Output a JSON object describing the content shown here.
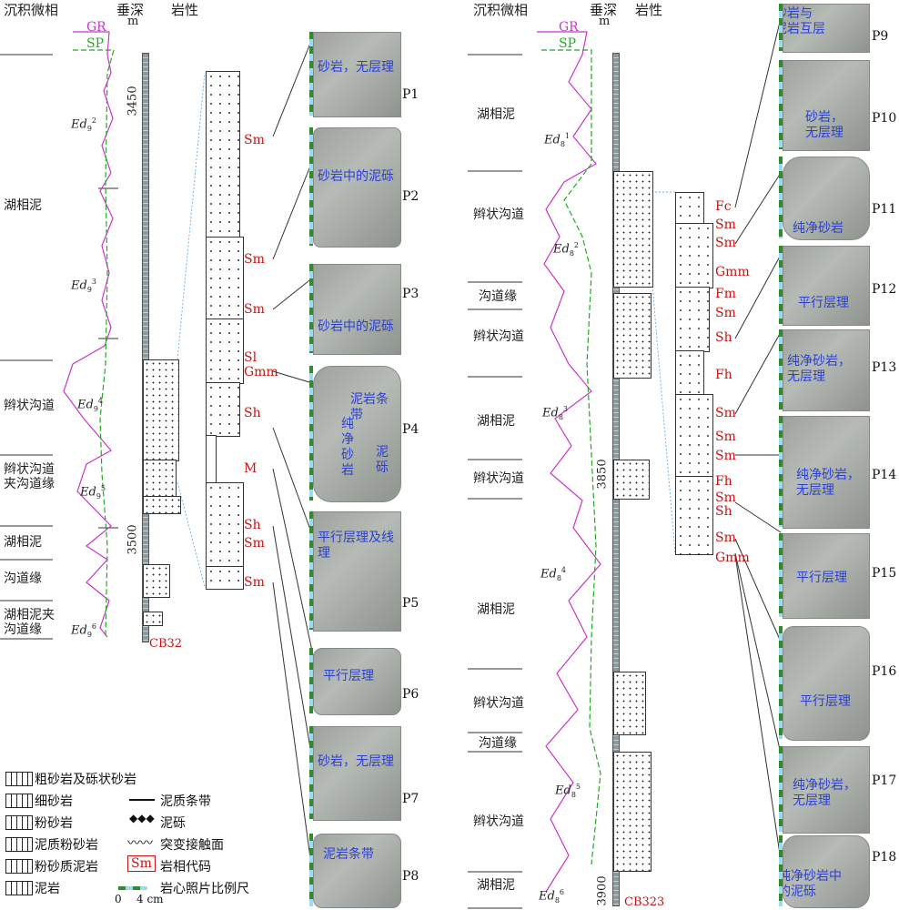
{
  "headers": {
    "facies": "沉积微相",
    "depth": "垂深",
    "unit": "m",
    "lithology": "岩性",
    "gr": "GR",
    "sp": "SP"
  },
  "left": {
    "well": "CB32",
    "depths": [
      "3450",
      "3500"
    ],
    "zones": [
      "湖相泥",
      "辫状沟道",
      "辫状沟道\n夹沟道缘",
      "湖相泥",
      "沟道缘",
      "湖相泥夹\n沟道缘"
    ],
    "units": [
      {
        "base": "Ed",
        "sub": "9",
        "sup": "2"
      },
      {
        "base": "Ed",
        "sub": "9",
        "sup": "3"
      },
      {
        "base": "Ed",
        "sub": "9",
        "sup": "4"
      },
      {
        "base": "Ed",
        "sub": "9",
        "sup": "5"
      },
      {
        "base": "Ed",
        "sub": "9",
        "sup": "6"
      }
    ],
    "codes": [
      "Sm",
      "Sm",
      "Sm",
      "Sl",
      "Gmm",
      "Sh",
      "M",
      "Sh",
      "Sm",
      "Sm"
    ],
    "photos": [
      {
        "id": "P1",
        "caption": "砂岩，无层理"
      },
      {
        "id": "P2",
        "caption": "砂岩中的泥砾"
      },
      {
        "id": "P3",
        "caption": "砂岩中的泥砾"
      },
      {
        "id": "P4",
        "caption": "泥岩条带",
        "caption2": "纯净砂岩",
        "caption3": "泥砾"
      },
      {
        "id": "P5",
        "caption": "平行层理及线理"
      },
      {
        "id": "P6",
        "caption": "平行层理"
      },
      {
        "id": "P7",
        "caption": "砂岩，无层理"
      },
      {
        "id": "P8",
        "caption": "泥岩条带"
      }
    ]
  },
  "right": {
    "well": "CB323",
    "depths": [
      "3850",
      "3900"
    ],
    "zones": [
      "湖相泥",
      "辫状沟道",
      "沟道缘",
      "辫状沟道",
      "湖相泥",
      "辫状沟道",
      "湖相泥",
      "辫状沟道",
      "沟道缘",
      "辫状沟道",
      "湖相泥"
    ],
    "units": [
      {
        "base": "Ed",
        "sub": "8",
        "sup": "1"
      },
      {
        "base": "Ed",
        "sub": "8",
        "sup": "2"
      },
      {
        "base": "Ed",
        "sub": "8",
        "sup": "3"
      },
      {
        "base": "Ed",
        "sub": "8",
        "sup": "4"
      },
      {
        "base": "Ed",
        "sub": "8",
        "sup": "5"
      },
      {
        "base": "Ed",
        "sub": "8",
        "sup": "6"
      }
    ],
    "codes": [
      "Fc",
      "Sm",
      "Sm",
      "Gmm",
      "Fm",
      "Sm",
      "Sh",
      "Fh",
      "Sm",
      "Sm",
      "Sm",
      "Fh",
      "Sm",
      "Sh",
      "Sm",
      "Gmm"
    ],
    "photos": [
      {
        "id": "P9",
        "caption": "砂岩与\n泥岩互层"
      },
      {
        "id": "P10",
        "caption": "砂岩，\n无层理"
      },
      {
        "id": "P11",
        "caption": "纯净砂岩"
      },
      {
        "id": "P12",
        "caption": "平行层理"
      },
      {
        "id": "P13",
        "caption": "纯净砂岩，\n无层理"
      },
      {
        "id": "P14",
        "caption": "纯净砂岩，\n无层理"
      },
      {
        "id": "P15",
        "caption": "平行层理"
      },
      {
        "id": "P16",
        "caption": "平行层理"
      },
      {
        "id": "P17",
        "caption": "纯净砂岩，\n无层理"
      },
      {
        "id": "P18",
        "caption": "纯净砂岩中\n的泥砾"
      }
    ]
  },
  "legend": {
    "items": [
      "粗砂岩及砾状砂岩",
      "细砂岩",
      "粉砂岩",
      "泥质粉砂岩",
      "粉砂质泥岩",
      "泥岩"
    ],
    "symbols": [
      "泥质条带",
      "泥砾",
      "突变接触面",
      "岩相代码",
      "岩心照片比例尺"
    ],
    "code_sample": "Sm",
    "scale_0": "0",
    "scale_4": "4 cm"
  },
  "colors": {
    "gr": "#cc33cc",
    "sp": "#22aa22",
    "code": "#cc1111",
    "caption": "#2a3fd6"
  }
}
